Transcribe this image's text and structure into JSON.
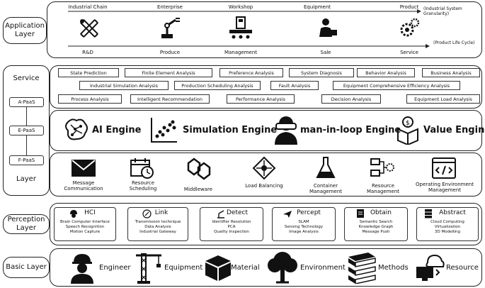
{
  "application": {
    "label": "Application Layer",
    "top_items": [
      "Industrial Chain",
      "Enterprise",
      "Workshop",
      "Equipment",
      "Product"
    ],
    "bottom_items": [
      "R&D",
      "Produce",
      "Management",
      "Sale",
      "Service"
    ],
    "top_note": "(Industrial System Granularity)",
    "bottom_note": "(Product Life Cycle)"
  },
  "service": {
    "label_top": "Service",
    "label_bottom": "Layer",
    "paas": [
      "A-PaaS",
      "E-PaaS",
      "F-PaaS"
    ],
    "row1": [
      "State Prediction",
      "Finite Element Analysis",
      "Preference Analysis",
      "System Diagnosis",
      "Behavior Analysis",
      "Business Analysis"
    ],
    "row2": [
      "Industrial Simulation Analysis",
      "Production Scheduling Analysis",
      "Fault Analysis",
      "Equipment Comprehensive Efficiency Analysis"
    ],
    "row3": [
      "Process Analysis",
      "Intelligent Recommendation",
      "Performance Analysis",
      "Decision Analysis",
      "Equipment Load Analysis"
    ],
    "engines": [
      "AI Engine",
      "Simulation Engine",
      "man-in-loop Engine",
      "Value Engine"
    ],
    "modules": [
      "Message Communication",
      "Resource Scheduling",
      "Middleware",
      "Load Balancing",
      "Container Management",
      "Resource Management",
      "Operating Environment Management"
    ]
  },
  "perception": {
    "label": "Perception Layer",
    "cards": [
      {
        "title": "HCI",
        "icon": "worker-icon",
        "lines": [
          "Brain Computer Interface",
          "Speech Recognition",
          "Motion Capture"
        ]
      },
      {
        "title": "Link",
        "icon": "link-icon",
        "lines": [
          "Transmission technique",
          "Data Analysis",
          "Industrial Gateway"
        ]
      },
      {
        "title": "Detect",
        "icon": "detector-icon",
        "lines": [
          "Identifier Resolution",
          "PCA",
          "Quality Inspection"
        ]
      },
      {
        "title": "Percept",
        "icon": "plane-icon",
        "lines": [
          "SLAM",
          "Sensing Technology",
          "Image Analysis"
        ]
      },
      {
        "title": "Obtain",
        "icon": "document-icon",
        "lines": [
          "Semantic Search",
          "Knowledge Graph",
          "Message Push"
        ]
      },
      {
        "title": "Abstract",
        "icon": "server-icon",
        "lines": [
          "Cloud Computing",
          "Virtualization",
          "3D Modelling"
        ]
      }
    ]
  },
  "basic": {
    "label": "Basic Layer",
    "items": [
      "Engineer",
      "Equipment",
      "Material",
      "Environment",
      "Methods",
      "Resource"
    ]
  }
}
